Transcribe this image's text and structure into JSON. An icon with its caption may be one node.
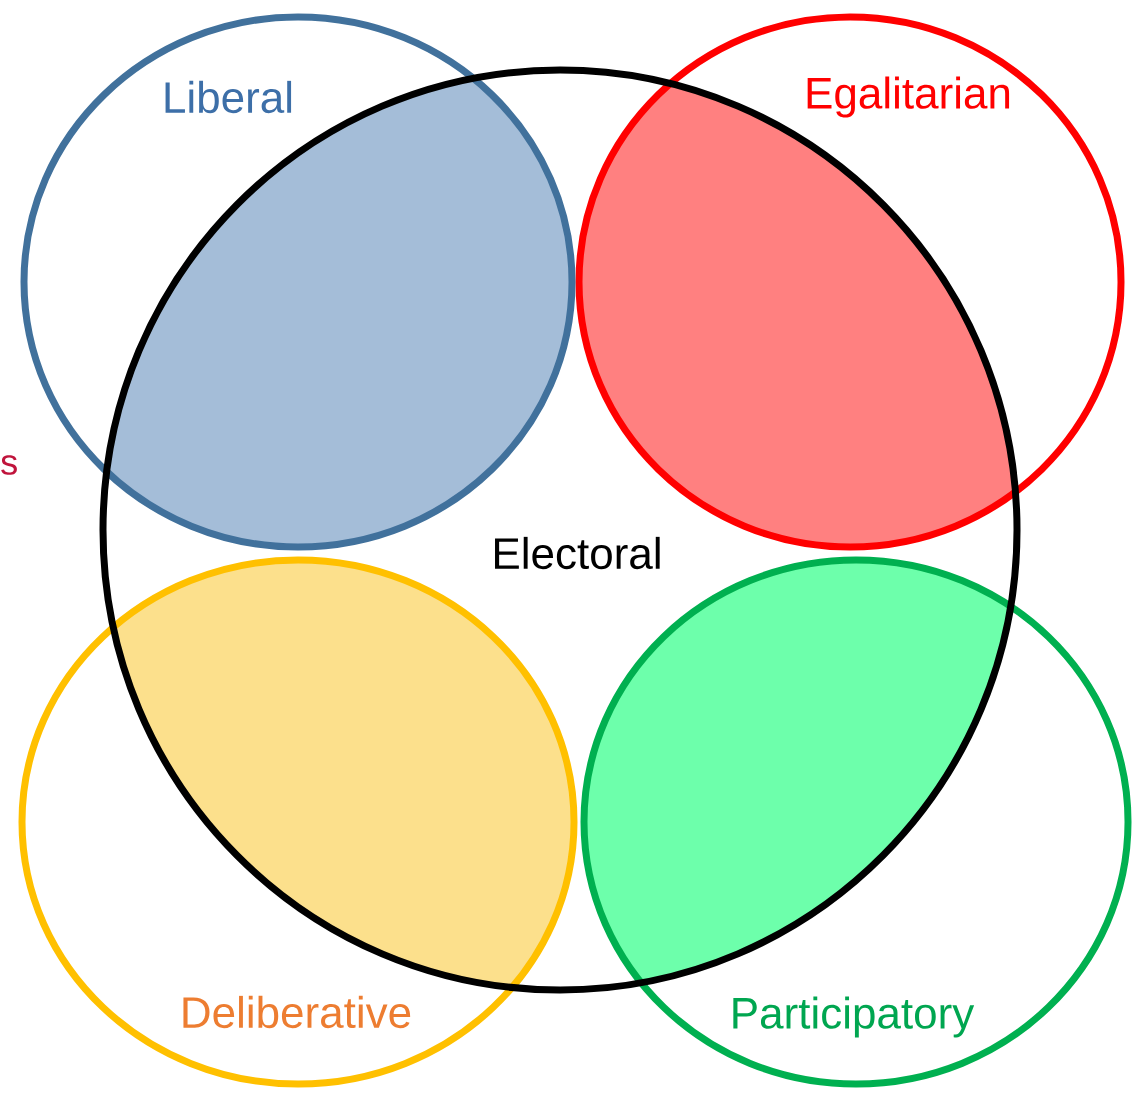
{
  "diagram": {
    "nodes": [
      {
        "text": [
          "Electoral"
        ]
      },
      {
        "text": [
          "Liberal"
        ]
      },
      {
        "text": [
          "Egalitarian"
        ]
      },
      {
        "text": [
          "Deliberative"
        ]
      },
      {
        "text": [
          "Participatory"
        ]
      }
    ],
    "labels": [
      "s"
    ]
  }
}
